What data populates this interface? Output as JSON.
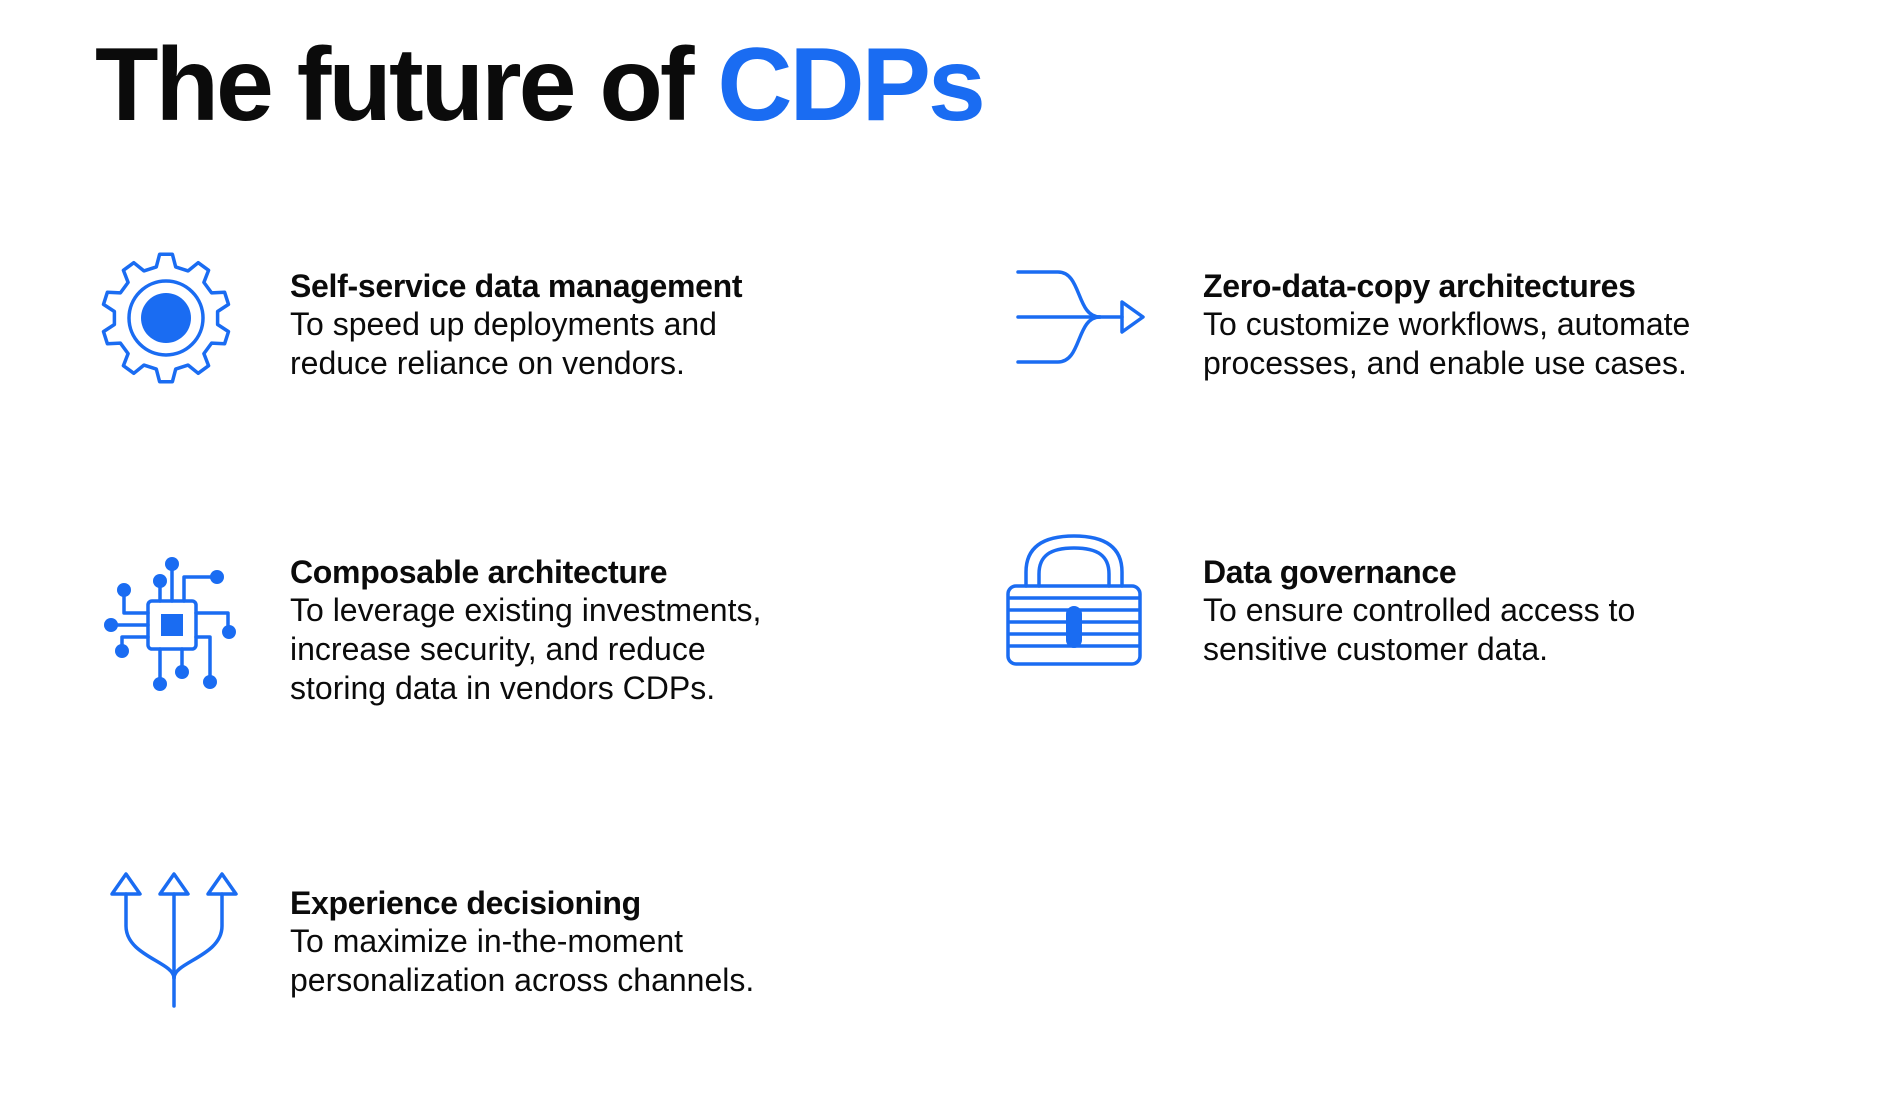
{
  "title": {
    "main": "The future of ",
    "accent": "CDPs",
    "accent_color": "#1a6cf2"
  },
  "features": [
    {
      "heading": "Self-service data management",
      "description": "To speed up deployments and\nreduce reliance on vendors.",
      "icon": "gear-icon"
    },
    {
      "heading": "Zero-data-copy architectures",
      "description": "To customize workflows, automate\nprocesses, and enable use cases.",
      "icon": "merge-arrow-icon"
    },
    {
      "heading": "Composable architecture",
      "description": "To leverage existing investments,\nincrease security, and reduce\nstoring data in vendors CDPs.",
      "icon": "circuit-chip-icon"
    },
    {
      "heading": "Data governance",
      "description": "To ensure controlled access to\nsensitive customer data.",
      "icon": "padlock-icon"
    },
    {
      "heading": "Experience decisioning",
      "description": "To maximize in-the-moment\npersonalization across channels.",
      "icon": "branching-arrows-icon"
    }
  ]
}
